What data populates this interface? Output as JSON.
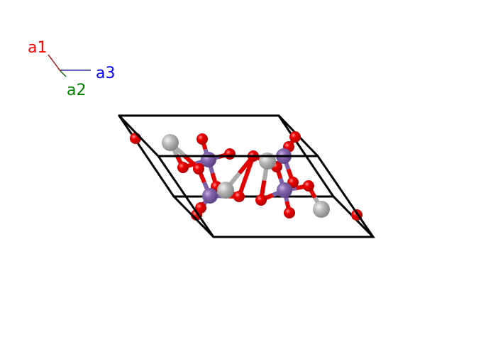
{
  "axes": {
    "a1": {
      "label": "a1",
      "color": "#ff0000"
    },
    "a2": {
      "label": "a2",
      "color": "#008000"
    },
    "a3": {
      "label": "a3",
      "color": "#0000ff"
    }
  },
  "atom_colors": {
    "O": "#ee0000",
    "Mn": "#8467b0",
    "gray": "#b4b4b4"
  },
  "cell_color": "#000000"
}
